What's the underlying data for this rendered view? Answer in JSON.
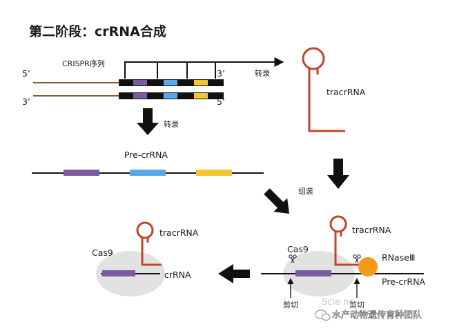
{
  "title": "第二阶段：crRNA合成",
  "colors": {
    "dna_strand": "#8b5a2b",
    "block_black": "#111111",
    "purple": "#7b5aa0",
    "blue": "#5aa8e6",
    "yellow": "#f2c62e",
    "tracr": "#c0442a",
    "rnase": "#f39a1e",
    "ellipse": "#e2e2e2"
  },
  "labels": {
    "crispr_locus": "CRISPR序列",
    "five_prime": "5’",
    "three_prime": "3’",
    "transcription": "转录",
    "tracr_rna": "tracrRNA",
    "pre_crrna": "Pre-crRNA",
    "assembly": "组装",
    "cas9": "Cas9",
    "rnase3": "RNaseⅢ",
    "cut": "剪切",
    "crrna": "crRNA"
  },
  "icons": {
    "scissors": "scissors-icon",
    "arrow": "black-arrow-icon"
  },
  "watermark": {
    "text": "水产动物遗传育种团队",
    "faint_text": "Scie nc..."
  }
}
